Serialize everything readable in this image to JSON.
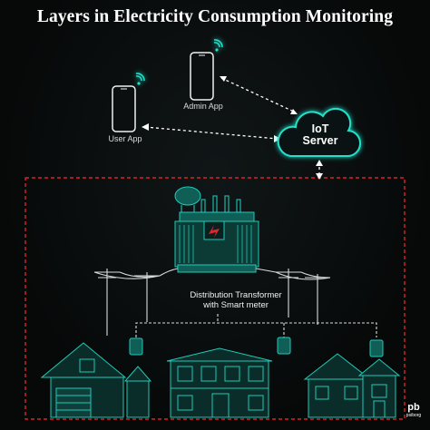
{
  "title": "Layers in Electricity Consumption Monitoring",
  "nodes": {
    "admin_app": "Admin App",
    "user_app": "User App",
    "iot_server_line1": "IoT",
    "iot_server_line2": "Server",
    "transformer_line1": "Distribution Transformer",
    "transformer_line2": "with Smart meter"
  },
  "logo": {
    "mark": "pb",
    "text": "psiborg"
  },
  "colors": {
    "accent": "#19b7a8",
    "dashed_boundary": "#d9232a",
    "background": "#080b0c"
  }
}
